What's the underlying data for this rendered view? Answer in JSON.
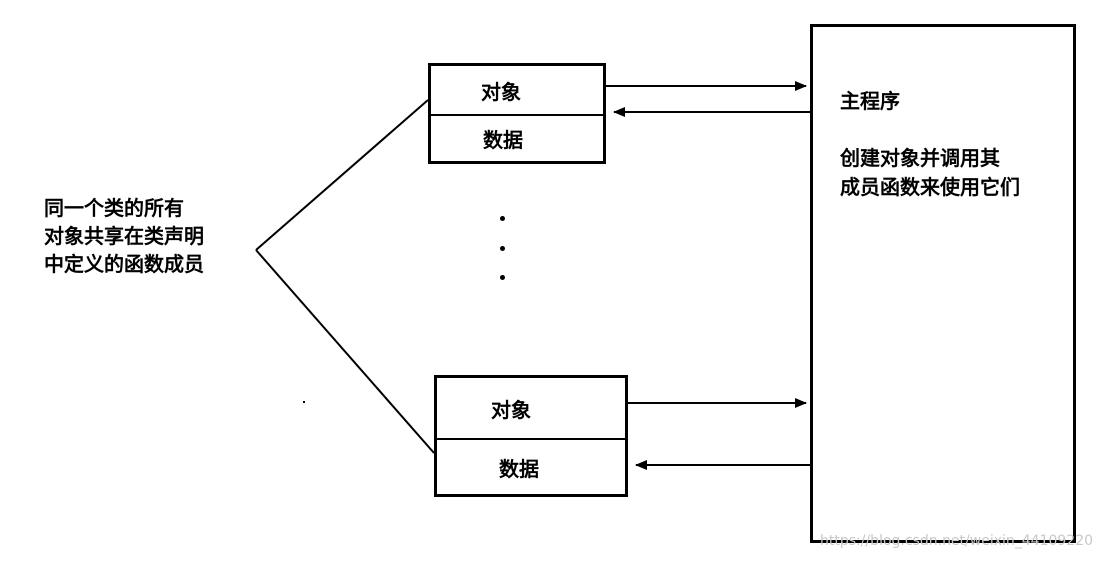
{
  "objects": [
    {
      "top_label": "对象",
      "bottom_label": "数据"
    },
    {
      "top_label": "对象",
      "bottom_label": "数据"
    }
  ],
  "left_note": {
    "lines": [
      "同一个类的所有",
      "对象共享在类声明",
      "中定义的函数成员"
    ]
  },
  "main_program": {
    "title": "主程序",
    "desc_lines": [
      "创建对象并调用其",
      "成员函数来使用它们"
    ]
  },
  "watermark": "https://blog.csdn.net/weixin_44109220",
  "colors": {
    "line": "#000000",
    "background": "#ffffff",
    "watermark": "#c8c8c8"
  }
}
